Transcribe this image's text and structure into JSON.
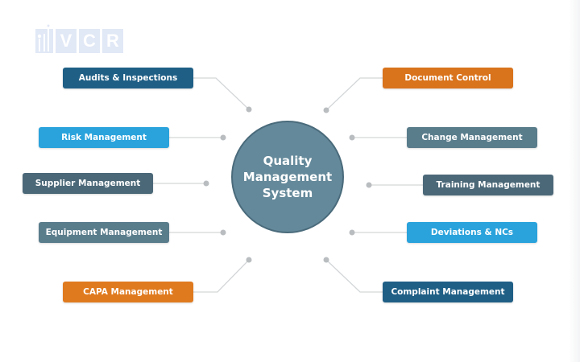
{
  "logo": {
    "letters": [
      "V",
      "C",
      "R"
    ]
  },
  "center": {
    "lines": [
      "Quality",
      "Management",
      "System"
    ],
    "color": "#64899a"
  },
  "colors": {
    "dark_blue": "#1f5f86",
    "light_blue": "#2aa3dc",
    "slate": "#4b6878",
    "grey_blue": "#5a7d8c",
    "orange": "#e07a1e",
    "connector": "#d3d6d8",
    "dot": "#b9bdc0"
  },
  "left_nodes": [
    {
      "label": "Audits & Inspections",
      "color": "#1f5f86"
    },
    {
      "label": "Risk Management",
      "color": "#2aa3dc"
    },
    {
      "label": "Supplier Management",
      "color": "#4b6878"
    },
    {
      "label": "Equipment Management",
      "color": "#5a7d8c"
    },
    {
      "label": "CAPA Management",
      "color": "#e07a1e"
    }
  ],
  "right_nodes": [
    {
      "label": "Document Control",
      "color": "#d9731c"
    },
    {
      "label": "Change Management",
      "color": "#5a7d8c"
    },
    {
      "label": "Training Management",
      "color": "#4b6878"
    },
    {
      "label": "Deviations & NCs",
      "color": "#2aa3dc"
    },
    {
      "label": "Complaint Management",
      "color": "#1f5f86"
    }
  ]
}
